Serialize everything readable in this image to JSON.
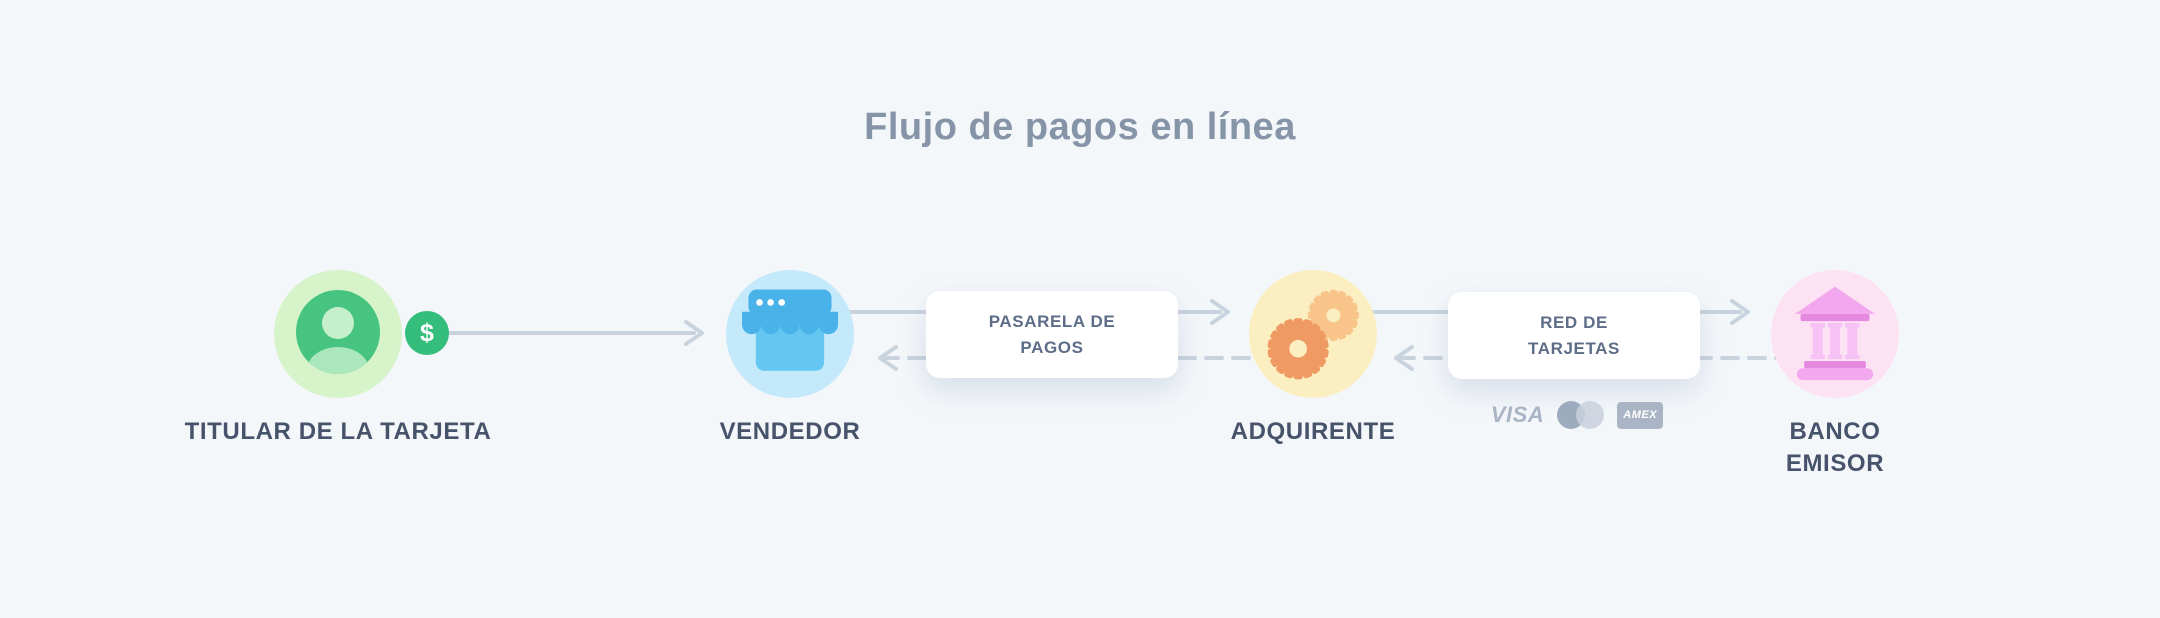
{
  "title": "Flujo de pagos en línea",
  "nodes": {
    "cardholder": {
      "label": "TITULAR DE LA TARJETA",
      "icon": "person-icon",
      "circle_color": "#d6f3c9"
    },
    "merchant": {
      "label": "VENDEDOR",
      "icon": "storefront-icon",
      "circle_color": "#c4e9fb"
    },
    "acquirer": {
      "label": "ADQUIRENTE",
      "icon": "gears-icon",
      "circle_color": "#fbeec1"
    },
    "issuer": {
      "label": "BANCO EMISOR",
      "icon": "bank-icon",
      "circle_color": "#fde2f4"
    }
  },
  "badge": {
    "text": "$",
    "color": "#34bd7b"
  },
  "boxes": {
    "gateway": {
      "label": "PASARELA DE PAGOS"
    },
    "network": {
      "label": "RED DE TARJETAS"
    }
  },
  "card_networks": {
    "visa": "VISA",
    "mastercard": "mastercard-circles-icon",
    "amex": "AMEX"
  },
  "colors": {
    "background": "#f4f7fa",
    "title_text": "#8694a8",
    "node_label_text": "#47526b",
    "box_text": "#5d6d87",
    "connector_gray": "#c9d3de",
    "green_pale": "#d6f3c9",
    "green_mid": "#47c480",
    "badge_green": "#34bd7b",
    "blue_pale": "#c4e9fb",
    "blue_mid": "#49b2e8",
    "blue_light": "#63c7f1",
    "yellow_pale": "#fbeec1",
    "orange_dark": "#ef9a62",
    "orange_light": "#f8c489",
    "pink_pale": "#fde2f4",
    "pink_mid": "#f2a7ee",
    "pink_dark": "#e488e0",
    "logo_gray": "#a9b5c4"
  }
}
